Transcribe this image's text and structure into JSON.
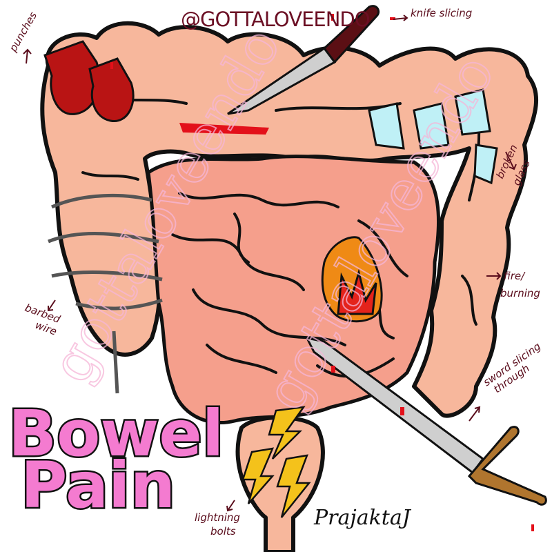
{
  "handle": "@GOTTALOVEENDO",
  "title": {
    "line1": "Bowel",
    "line2": "Pain"
  },
  "annotations": {
    "punches": "punches",
    "knife": "knife slicing",
    "glass_1": "broken",
    "glass_2": "glass",
    "fire_1": "fire/",
    "fire_2": "burning",
    "sword_1": "sword slicing",
    "sword_2": "through",
    "barbed_1": "barbed",
    "barbed_2": "wire",
    "lightning_1": "lightning",
    "lightning_2": "bolts"
  },
  "signature": "PrajaktaJ",
  "watermark": "gottaloveendo",
  "colors": {
    "text": "#5a0d1c",
    "title": "#f47bd0",
    "gut": "#f7b79c",
    "blood": "#e3101a"
  }
}
